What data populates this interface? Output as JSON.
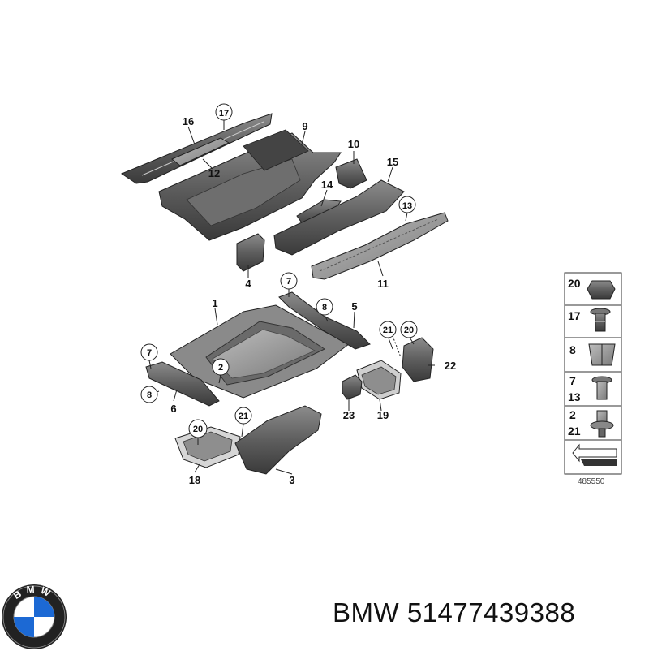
{
  "title": "",
  "part_labels": {
    "p1": "1",
    "p2": "2",
    "p3": "3",
    "p4": "4",
    "p5": "5",
    "p6": "6",
    "p7": "7",
    "p8": "8",
    "p9": "9",
    "p10": "10",
    "p11": "11",
    "p12": "12",
    "p13": "13",
    "p14": "14",
    "p15": "15",
    "p16": "16",
    "p17": "17",
    "p18": "18",
    "p19": "19",
    "p20": "20",
    "p21": "21",
    "p22": "22",
    "p23": "23"
  },
  "legend": {
    "r1": "20",
    "r2": "17",
    "r3": "8",
    "r4a": "7",
    "r4b": "13",
    "r5a": "2",
    "r5b": "21"
  },
  "diagram_ref": "485550",
  "brand": {
    "text": "BMW 51477439388",
    "logo_letters": "BMW"
  },
  "colors": {
    "part_fill": "#5a5a5a",
    "part_light": "#9a9a9a",
    "part_dark": "#2e2e2e",
    "line": "#222222"
  }
}
